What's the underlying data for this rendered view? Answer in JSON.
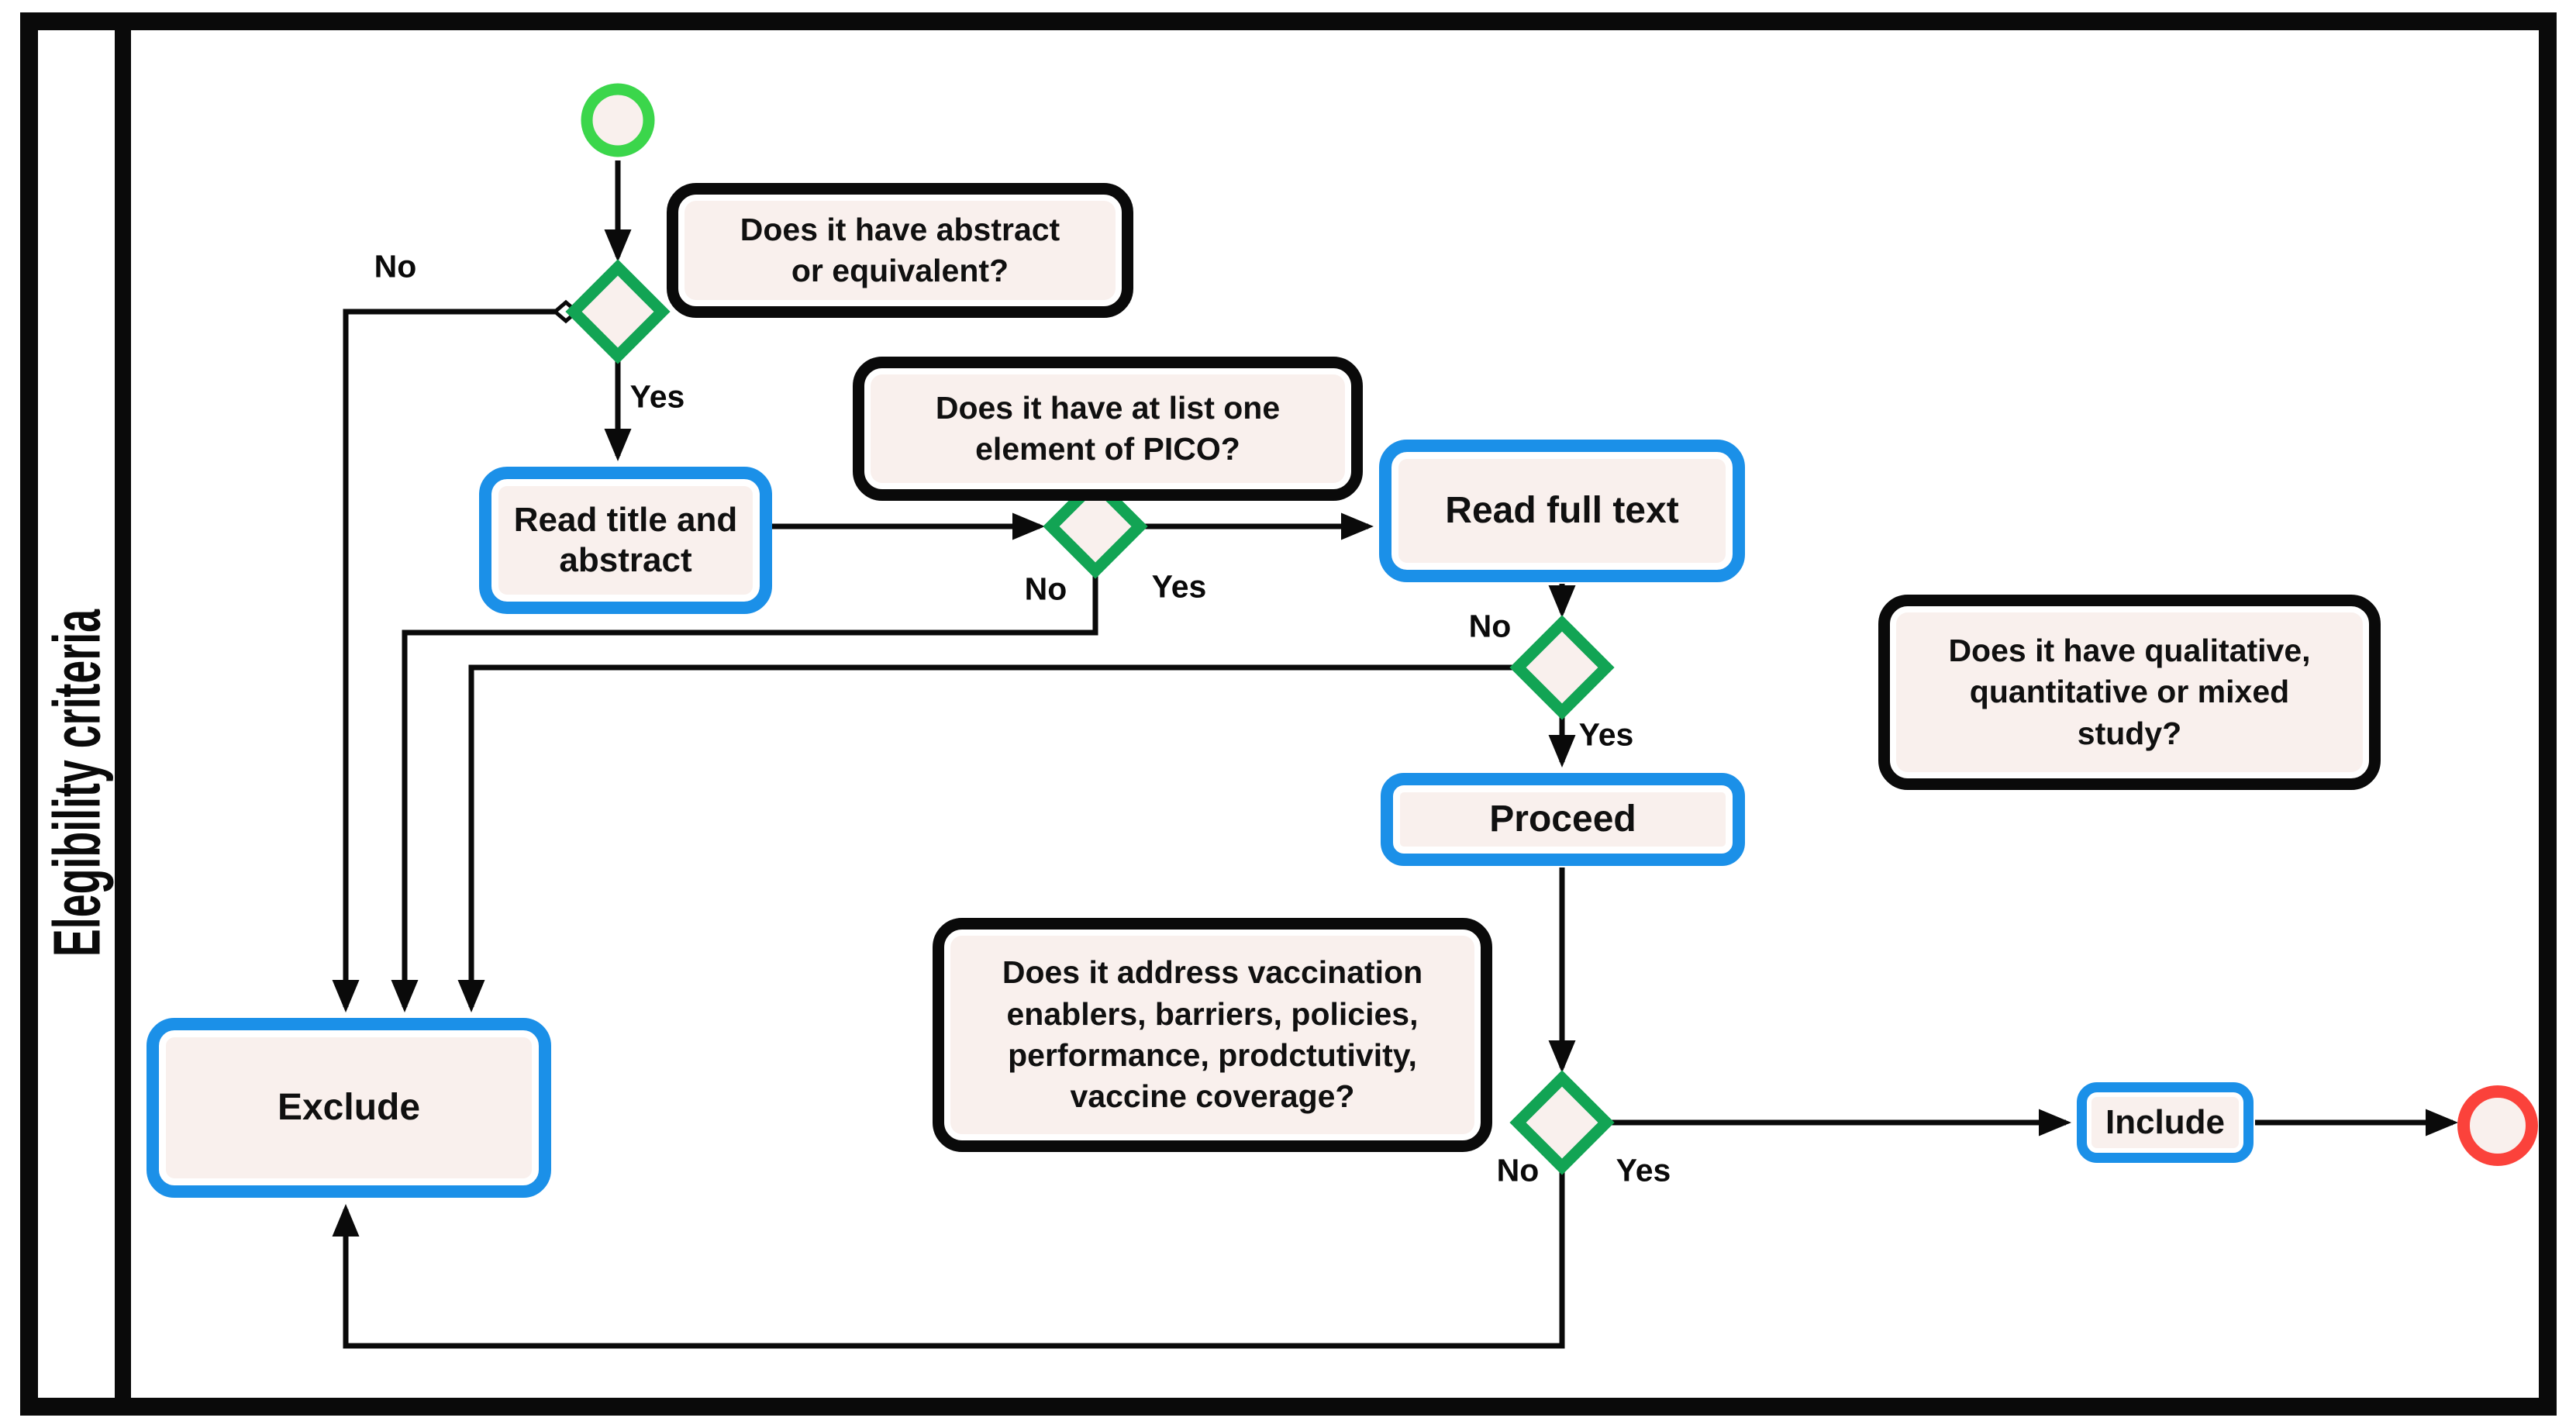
{
  "figure": {
    "lane_label": "Elegibility criteria"
  },
  "nodes": {
    "read_title_abstract": "Read title and\nabstract",
    "read_full_text": "Read full text",
    "proceed": "Proceed",
    "exclude": "Exclude",
    "include": "Include"
  },
  "annotations": {
    "abstract_question": "Does it have abstract\nor equivalent?",
    "pico_question": "Does it have at list one\nelement of PICO?",
    "study_type_question": "Does it have qualitative,\nquantitative or mixed\nstudy?",
    "address_question": "Does it address vaccination\nenablers, barriers, policies,\nperformance, prodctutivity,\nvaccine coverage?"
  },
  "edge_labels": {
    "gateway1_no": "No",
    "gateway1_yes": "Yes",
    "gateway2_no": "No",
    "gateway2_yes": "Yes",
    "gateway3_no": "No",
    "gateway3_yes": "Yes",
    "gateway4_no": "No",
    "gateway4_yes": "Yes"
  },
  "colors": {
    "start_event_green": "#3BD64B",
    "gateway_green": "#12A454",
    "task_border_blue": "#1B90E8",
    "end_event_red": "#FB423B",
    "node_fill": "#F9F0ED",
    "line_black": "#0A0A0A"
  }
}
